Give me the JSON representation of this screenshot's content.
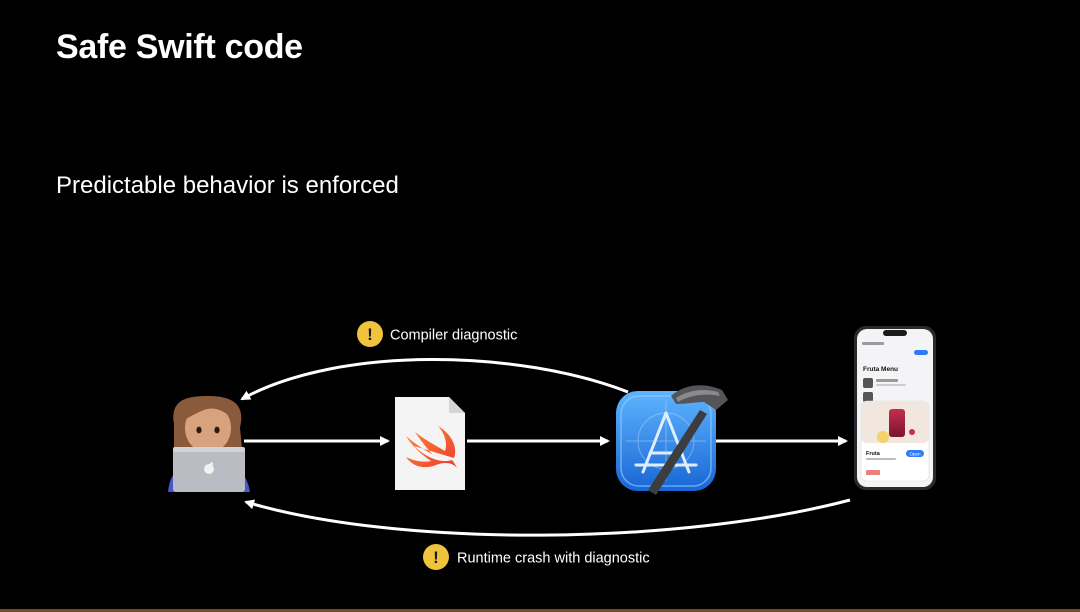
{
  "slide": {
    "title": "Safe Swift code",
    "subtitle": "Predictable behavior is enforced"
  },
  "labels": {
    "compiler": "Compiler diagnostic",
    "runtime": "Runtime crash with diagnostic",
    "warning_symbol": "!"
  },
  "nodes": {
    "developer": "developer-emoji-icon",
    "swift_file": "swift-file-icon",
    "xcode": "xcode-icon",
    "iphone": "iphone-app-icon"
  },
  "phone_screen": {
    "header": "Fruta Menu",
    "card_title": "Fruta",
    "card_button": "Open"
  },
  "colors": {
    "background": "#000000",
    "warning_badge": "#f0c33c",
    "swift_orange": "#f05138",
    "xcode_blue": "#2e8ef0"
  }
}
